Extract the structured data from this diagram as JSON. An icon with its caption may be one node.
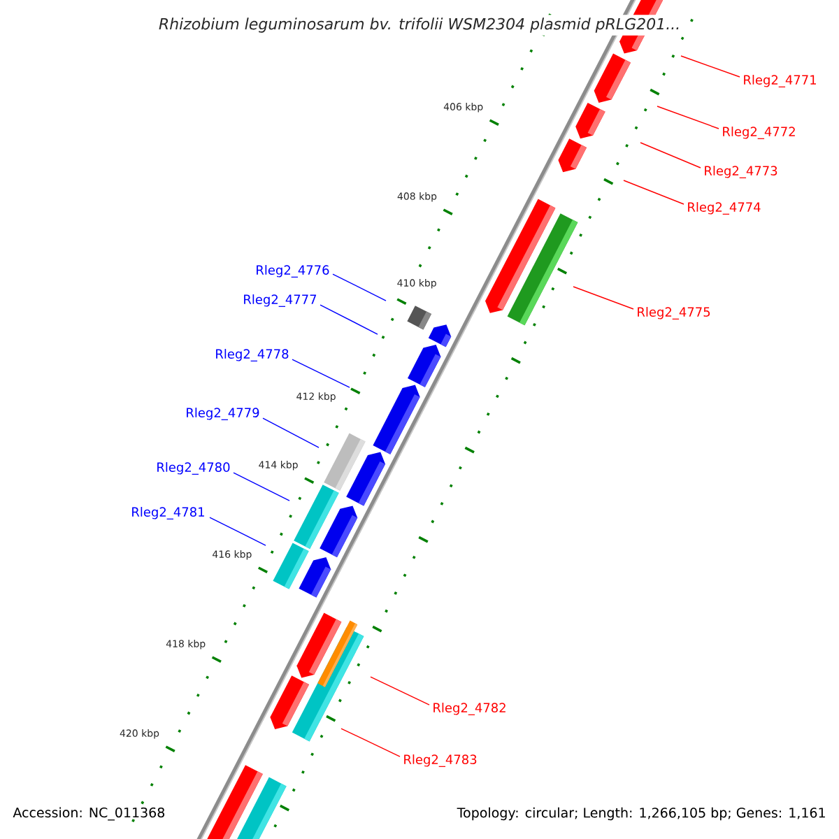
{
  "diagram": {
    "title": "Rhizobium leguminosarum bv. trifolii WSM2304 plasmid pRLG201...",
    "nodes": [
      {
        "text": [
          "Rleg2_4771"
        ]
      },
      {
        "text": [
          "Rleg2_4772"
        ]
      },
      {
        "text": [
          "Rleg2_4773"
        ]
      },
      {
        "text": [
          "Rleg2_4774"
        ]
      },
      {
        "text": [
          "Rleg2_4775"
        ]
      },
      {
        "text": [
          "Rleg2_4776"
        ]
      },
      {
        "text": [
          "Rleg2_4777"
        ]
      },
      {
        "text": [
          "Rleg2_4778"
        ]
      },
      {
        "text": [
          "Rleg2_4779"
        ]
      },
      {
        "text": [
          "Rleg2_4780"
        ]
      },
      {
        "text": [
          "Rleg2_4781"
        ]
      },
      {
        "text": [
          "Rleg2_4782"
        ]
      },
      {
        "text": [
          "Rleg2_4783"
        ]
      }
    ],
    "edges": [
      {
        "from": 0,
        "to": null,
        "arrow": "none"
      },
      {
        "from": 1,
        "to": null,
        "arrow": "none"
      },
      {
        "from": 2,
        "to": null,
        "arrow": "none"
      },
      {
        "from": 3,
        "to": null,
        "arrow": "none"
      },
      {
        "from": 4,
        "to": null,
        "arrow": "none"
      },
      {
        "from": 5,
        "to": null,
        "arrow": "none",
        "color": "#0000ff"
      },
      {
        "from": 6,
        "to": null,
        "arrow": "none",
        "color": "#0000ff"
      },
      {
        "from": 7,
        "to": null,
        "arrow": "none",
        "color": "#0000ff"
      },
      {
        "from": 8,
        "to": null,
        "arrow": "none",
        "color": "#0000ff"
      },
      {
        "from": 9,
        "to": null,
        "arrow": "none",
        "color": "#0000ff"
      },
      {
        "from": 10,
        "to": null,
        "arrow": "none",
        "color": "#0000ff"
      },
      {
        "from": 11,
        "to": null,
        "arrow": "none"
      },
      {
        "from": 12,
        "to": null,
        "arrow": "none"
      }
    ],
    "labels": [
      "406 kbp",
      "408 kbp",
      "410 kbp",
      "412 kbp",
      "414 kbp",
      "416 kbp",
      "418 kbp",
      "420 kbp",
      "Accession: NC_011368",
      "Topology: circular; Length: 1,266,105 bp; Genes: 1,161"
    ]
  }
}
